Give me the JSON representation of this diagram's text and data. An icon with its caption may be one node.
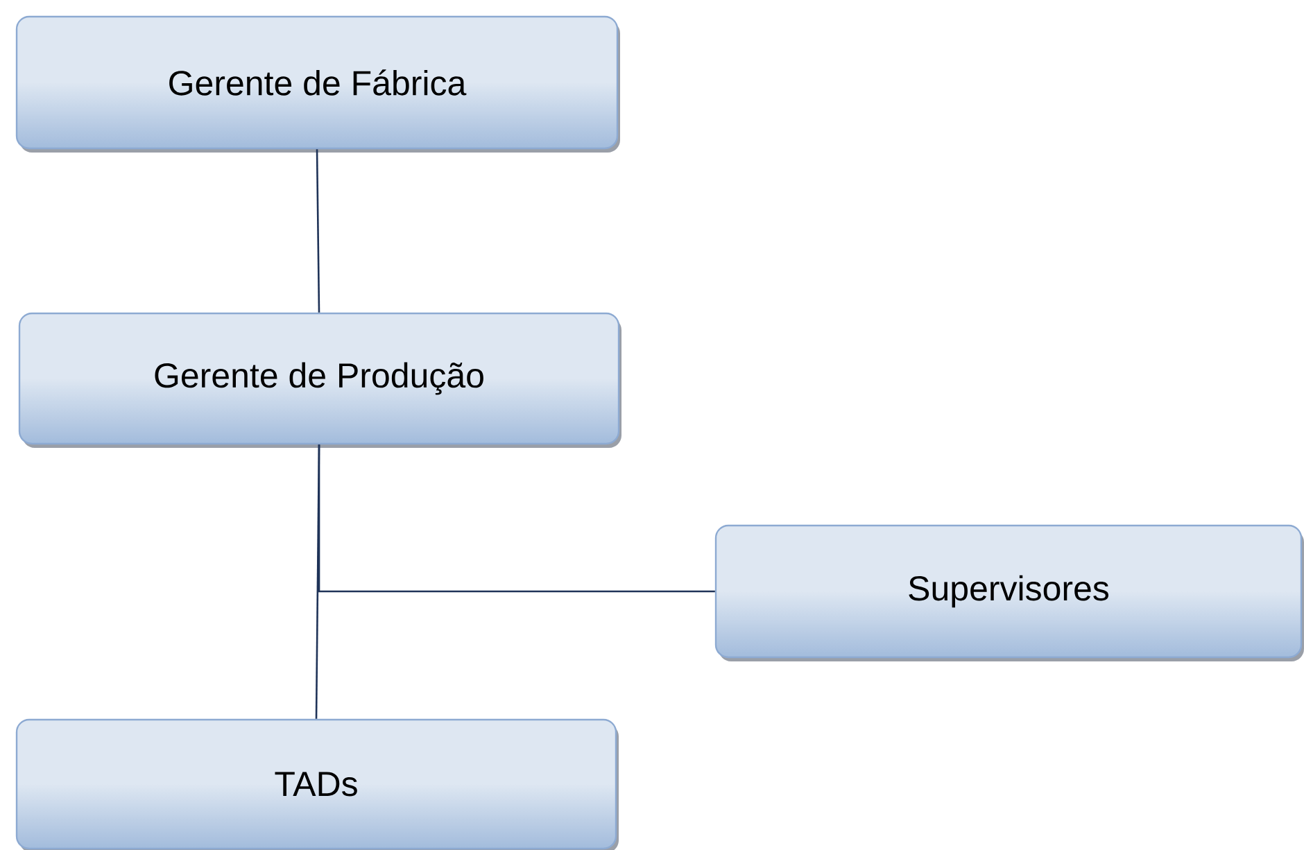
{
  "diagram": {
    "nodes": [
      {
        "text": [
          "Gerente de Fábrica"
        ]
      },
      {
        "text": [
          "Gerente de Produção"
        ]
      },
      {
        "text": [
          "Supervisores"
        ]
      },
      {
        "text": [
          "TADs"
        ]
      }
    ],
    "edges": [
      {
        "from": 0,
        "to": 1,
        "arrow": "none"
      },
      {
        "from": 1,
        "to": 2,
        "arrow": "none"
      },
      {
        "from": 1,
        "to": 3,
        "arrow": "none"
      }
    ]
  }
}
